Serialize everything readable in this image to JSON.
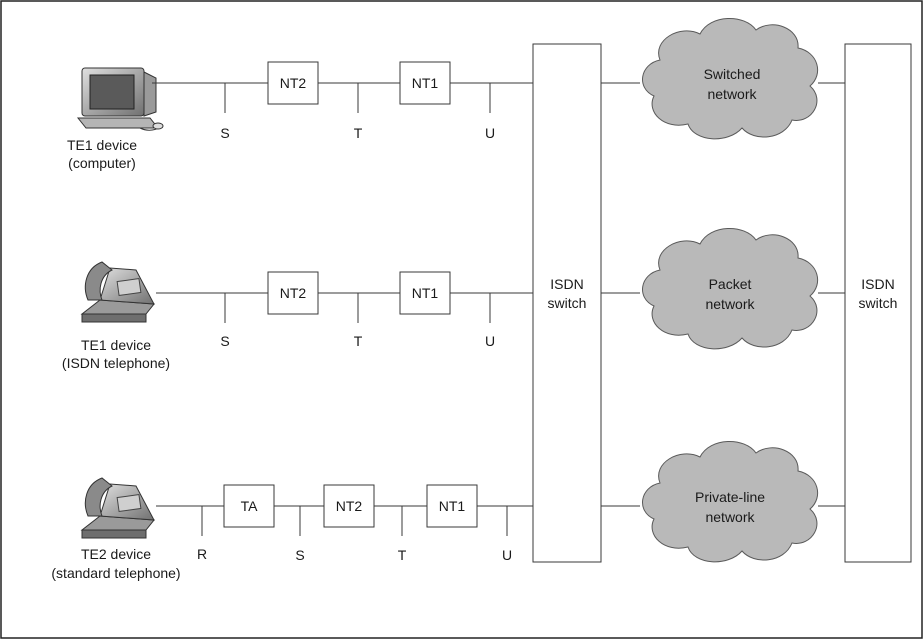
{
  "diagram": {
    "rows": [
      {
        "device_label_1": "TE1 device",
        "device_label_2": "(computer)",
        "device_icon": "computer-icon",
        "box_a": "NT2",
        "box_b": "NT1",
        "ref_1": "S",
        "ref_2": "T",
        "ref_3": "U"
      },
      {
        "device_label_1": "TE1 device",
        "device_label_2": "(ISDN telephone)",
        "device_icon": "telephone-icon",
        "box_a": "NT2",
        "box_b": "NT1",
        "ref_1": "S",
        "ref_2": "T",
        "ref_3": "U"
      },
      {
        "device_label_1": "TE2 device",
        "device_label_2": "(standard telephone)",
        "device_icon": "telephone-icon",
        "box_ta": "TA",
        "box_a": "NT2",
        "box_b": "NT1",
        "ref_0": "R",
        "ref_1": "S",
        "ref_2": "T",
        "ref_3": "U"
      }
    ],
    "switch_left": {
      "line1": "ISDN",
      "line2": "switch"
    },
    "switch_right": {
      "line1": "ISDN",
      "line2": "switch"
    },
    "clouds": [
      {
        "line1": "Switched",
        "line2": "network"
      },
      {
        "line1": "Packet",
        "line2": "network"
      },
      {
        "line1": "Private-line",
        "line2": "network"
      }
    ],
    "colors": {
      "cloud_fill": "#b9b9b9",
      "line": "#3a3a3a",
      "device": "#8c8c8c"
    }
  }
}
